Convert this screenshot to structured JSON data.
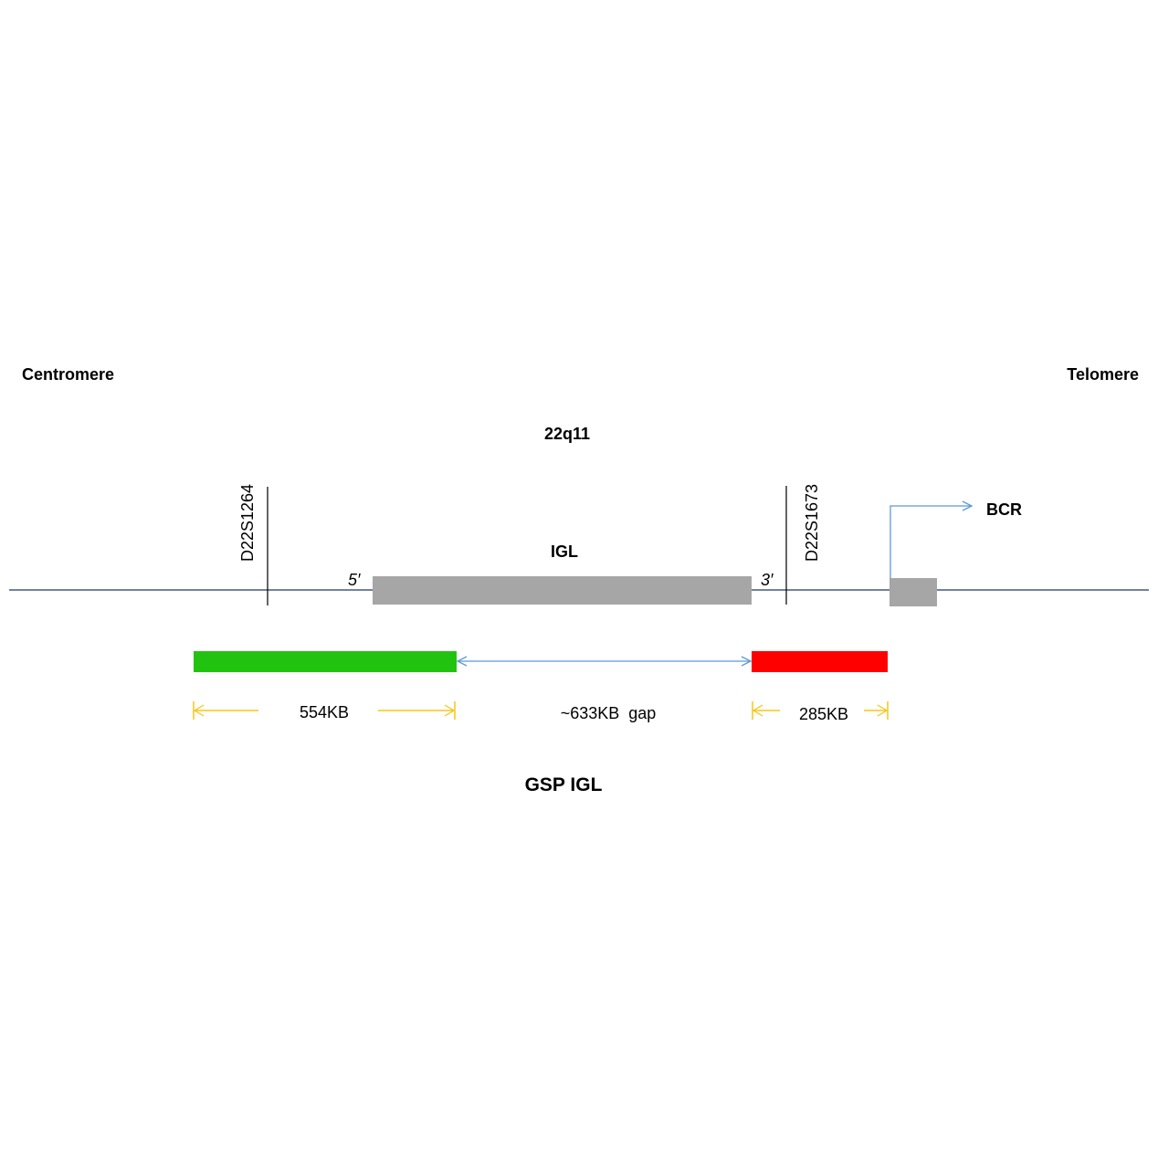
{
  "labels": {
    "centromere": "Centromere",
    "telomere": "Telomere",
    "band": "22q11",
    "marker_left": "D22S1264",
    "marker_right": "D22S1673",
    "gene": "IGL",
    "five_prime": "5′",
    "three_prime": "3′",
    "bcr": "BCR",
    "left_probe_size": "554KB",
    "gap": "~633KB  gap",
    "right_probe_size": "285KB",
    "title": "GSP IGL"
  },
  "colors": {
    "chromosome_line": "#1f3864",
    "gene_box": "#a6a6a6",
    "left_probe": "#22c310",
    "right_probe": "#ff0000",
    "gap_arrow": "#5b9bd5",
    "size_arrow": "#f5c518"
  }
}
